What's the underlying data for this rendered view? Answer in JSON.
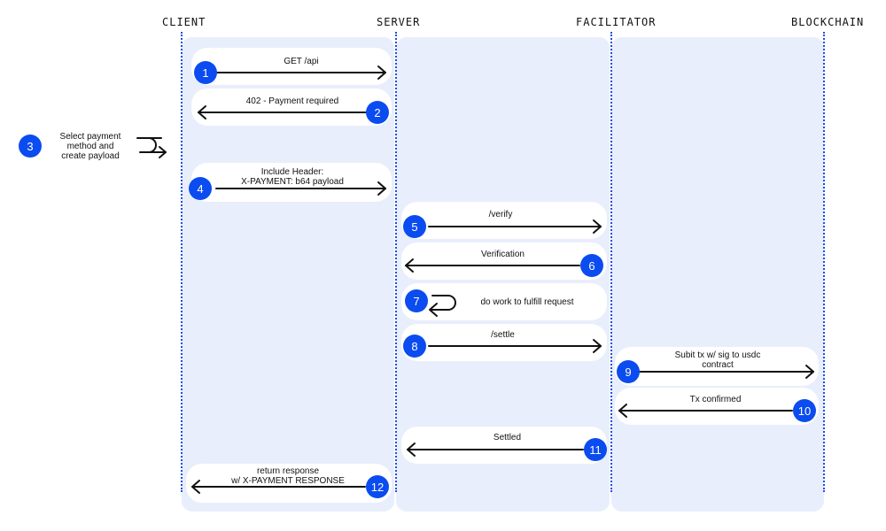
{
  "columns": {
    "client": "CLIENT",
    "server": "SERVER",
    "facilitator": "FACILITATOR",
    "blockchain": "BLOCKCHAIN"
  },
  "steps": [
    {
      "num": "1",
      "label": "GET /api"
    },
    {
      "num": "2",
      "label": "402 - Payment required"
    },
    {
      "num": "3",
      "label": "Select payment\nmethod and\ncreate payload"
    },
    {
      "num": "4",
      "label": "Include Header:\nX-PAYMENT: b64 payload"
    },
    {
      "num": "5",
      "label": "/verify"
    },
    {
      "num": "6",
      "label": "Verification"
    },
    {
      "num": "7",
      "label": "do work to fulfill request"
    },
    {
      "num": "8",
      "label": "/settle"
    },
    {
      "num": "9",
      "label": "Subit tx w/ sig to usdc\ncontract"
    },
    {
      "num": "10",
      "label": "Tx confirmed"
    },
    {
      "num": "11",
      "label": "Settled"
    },
    {
      "num": "12",
      "label": "return response\nw/ X-PAYMENT RESPONSE"
    }
  ],
  "colors": {
    "accent": "#0b4cf0",
    "lane": "#e8eefc",
    "lifeline": "#1f4fe0"
  }
}
